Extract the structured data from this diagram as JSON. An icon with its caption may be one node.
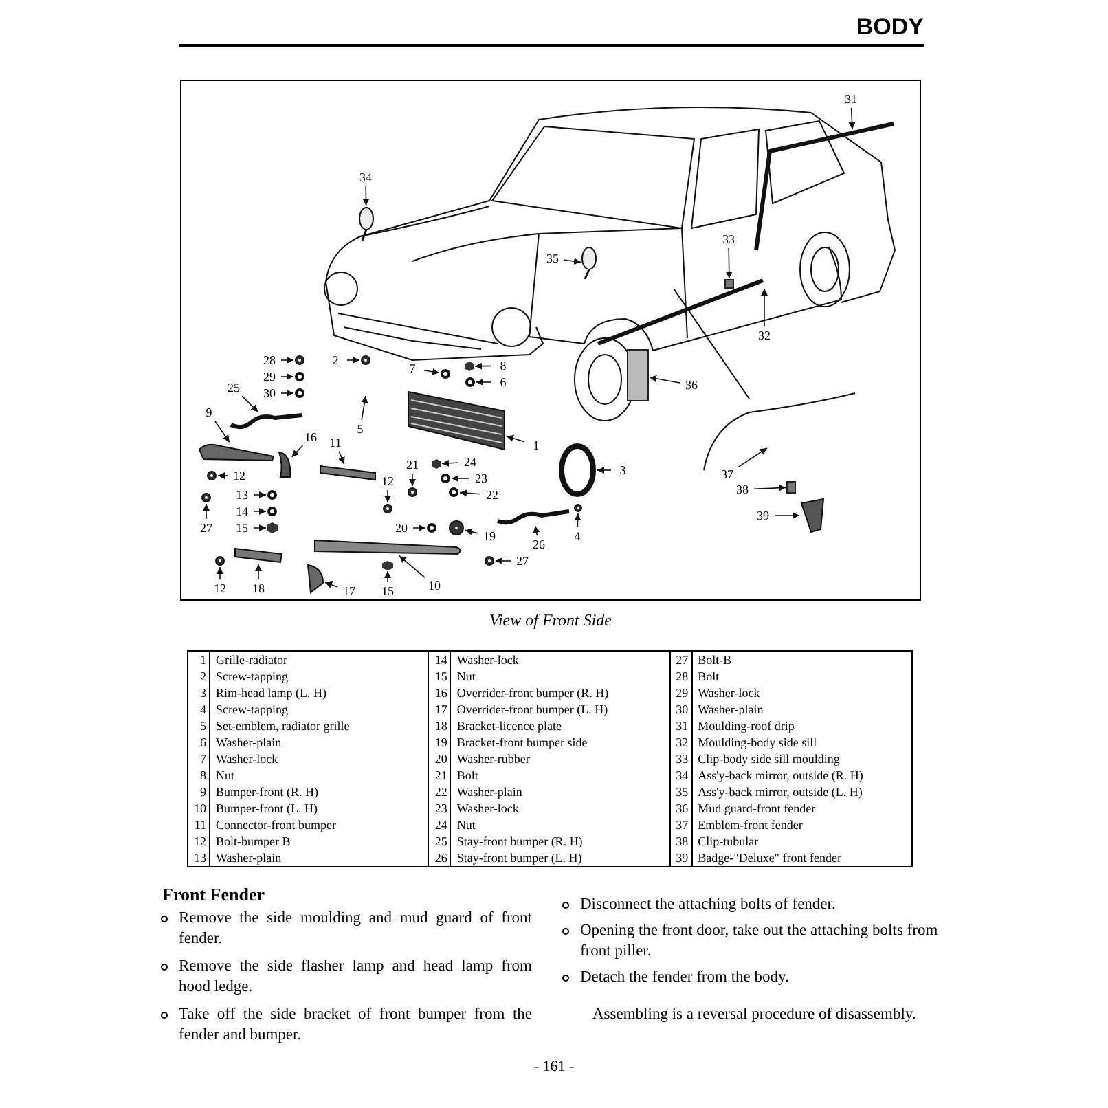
{
  "diagram": {
    "title": "BODY",
    "caption": "View of Front Side",
    "nodes": [
      {
        "text": [
          "34"
        ]
      },
      {
        "text": [
          "31"
        ]
      },
      {
        "text": [
          "33"
        ]
      },
      {
        "text": [
          "35"
        ]
      },
      {
        "text": [
          "32"
        ]
      },
      {
        "text": [
          "2"
        ]
      },
      {
        "text": [
          "28"
        ]
      },
      {
        "text": [
          "29"
        ]
      },
      {
        "text": [
          "36"
        ]
      },
      {
        "text": [
          "7"
        ]
      },
      {
        "text": [
          "30"
        ]
      },
      {
        "text": [
          "8"
        ]
      },
      {
        "text": [
          "25"
        ]
      },
      {
        "text": [
          "6"
        ]
      },
      {
        "text": [
          "9"
        ]
      },
      {
        "text": [
          "5"
        ]
      },
      {
        "text": [
          "11"
        ]
      },
      {
        "text": [
          "16"
        ]
      },
      {
        "text": [
          "1"
        ]
      },
      {
        "text": [
          "12"
        ]
      },
      {
        "text": [
          "21"
        ]
      },
      {
        "text": [
          "24"
        ]
      },
      {
        "text": [
          "12"
        ]
      },
      {
        "text": [
          "37"
        ]
      },
      {
        "text": [
          "3"
        ]
      },
      {
        "text": [
          "23"
        ]
      },
      {
        "text": [
          "22"
        ]
      },
      {
        "text": [
          "38"
        ]
      },
      {
        "text": [
          "13"
        ]
      },
      {
        "text": [
          "26"
        ]
      },
      {
        "text": [
          "20"
        ]
      },
      {
        "text": [
          "4"
        ]
      },
      {
        "text": [
          "14"
        ]
      },
      {
        "text": [
          "19"
        ]
      },
      {
        "text": [
          "39"
        ]
      },
      {
        "text": [
          "27"
        ]
      },
      {
        "text": [
          "15"
        ]
      },
      {
        "text": [
          "27"
        ]
      },
      {
        "text": [
          "10"
        ]
      },
      {
        "text": [
          "15"
        ]
      },
      {
        "text": [
          "12"
        ]
      },
      {
        "text": [
          "18"
        ]
      },
      {
        "text": [
          "17"
        ]
      },
      {
        "text": [],
        "shape": "circle"
      },
      {
        "text": [],
        "shape": "box"
      },
      {
        "text": [],
        "shape": "circle"
      },
      {
        "text": [],
        "shape": "circle"
      },
      {
        "text": [],
        "shape": "circle"
      },
      {
        "text": [],
        "shape": "circle"
      },
      {
        "text": [],
        "shape": "box"
      },
      {
        "text": [],
        "shape": "circle"
      },
      {
        "text": [],
        "shape": "circle"
      },
      {
        "text": [],
        "shape": "picture"
      },
      {
        "text": [],
        "shape": "picture"
      },
      {
        "text": [],
        "shape": "circle"
      },
      {
        "text": [],
        "shape": "bar"
      },
      {
        "text": [],
        "shape": "bar"
      },
      {
        "text": [],
        "shape": "picture"
      },
      {
        "text": [],
        "shape": "picture"
      },
      {
        "text": [],
        "shape": "circle"
      },
      {
        "text": [],
        "shape": "circle"
      },
      {
        "text": [],
        "shape": "picture"
      },
      {
        "text": [],
        "shape": "circle"
      },
      {
        "text": [],
        "shape": "circle"
      },
      {
        "text": [],
        "shape": "circle"
      },
      {
        "text": [],
        "shape": "circle"
      },
      {
        "text": [],
        "shape": "box"
      },
      {
        "text": [],
        "shape": "circle"
      },
      {
        "text": [],
        "shape": "picture"
      },
      {
        "text": [],
        "shape": "circle"
      },
      {
        "text": [],
        "shape": "circle"
      },
      {
        "text": [],
        "shape": "circle"
      },
      {
        "text": [],
        "shape": "circle"
      },
      {
        "text": [],
        "shape": "picture"
      },
      {
        "text": [],
        "shape": "circle"
      },
      {
        "text": [],
        "shape": "picture"
      },
      {
        "text": [],
        "shape": "circle"
      },
      {
        "text": [],
        "shape": "bar"
      },
      {
        "text": [],
        "shape": "picture"
      },
      {
        "text": [],
        "shape": "circle"
      },
      {
        "text": [],
        "shape": "bar"
      },
      {
        "text": [],
        "shape": "picture"
      }
    ],
    "edges": [
      {
        "from": 0,
        "to": 43,
        "arrow": "to"
      },
      {
        "from": 1,
        "to": null,
        "arrow": "to"
      },
      {
        "from": 2,
        "to": 44,
        "arrow": "to"
      },
      {
        "from": 3,
        "to": 45,
        "arrow": "to"
      },
      {
        "from": 4,
        "to": null,
        "arrow": "to"
      },
      {
        "from": 5,
        "to": 46,
        "arrow": "to"
      },
      {
        "from": 6,
        "to": 47,
        "arrow": "to"
      },
      {
        "from": 7,
        "to": 48,
        "arrow": "to"
      },
      {
        "from": 8,
        "to": 49,
        "arrow": "to"
      },
      {
        "from": 9,
        "to": 50,
        "arrow": "to"
      },
      {
        "from": 10,
        "to": 51,
        "arrow": "to"
      },
      {
        "from": 11,
        "to": 52,
        "arrow": "to"
      },
      {
        "from": 12,
        "to": 53,
        "arrow": "to"
      },
      {
        "from": 13,
        "to": 54,
        "arrow": "to"
      },
      {
        "from": 14,
        "to": 55,
        "arrow": "to"
      },
      {
        "from": 15,
        "to": null,
        "arrow": "to"
      },
      {
        "from": 16,
        "to": 56,
        "arrow": "to"
      },
      {
        "from": 17,
        "to": 57,
        "arrow": "to"
      },
      {
        "from": 18,
        "to": 58,
        "arrow": "to"
      },
      {
        "from": 19,
        "to": 59,
        "arrow": "to"
      },
      {
        "from": 20,
        "to": 60,
        "arrow": "to"
      },
      {
        "from": 21,
        "to": 61,
        "arrow": "to"
      },
      {
        "from": 22,
        "to": 62,
        "arrow": "to"
      },
      {
        "from": 23,
        "to": null,
        "arrow": "to"
      },
      {
        "from": 24,
        "to": 63,
        "arrow": "to"
      },
      {
        "from": 25,
        "to": 64,
        "arrow": "to"
      },
      {
        "from": 26,
        "to": 65,
        "arrow": "to"
      },
      {
        "from": 27,
        "to": 66,
        "arrow": "to"
      },
      {
        "from": 28,
        "to": 67,
        "arrow": "to"
      },
      {
        "from": 29,
        "to": 68,
        "arrow": "to"
      },
      {
        "from": 30,
        "to": 69,
        "arrow": "to"
      },
      {
        "from": 31,
        "to": 70,
        "arrow": "to"
      },
      {
        "from": 32,
        "to": 71,
        "arrow": "to"
      },
      {
        "from": 33,
        "to": 72,
        "arrow": "to"
      },
      {
        "from": 34,
        "to": 73,
        "arrow": "to"
      },
      {
        "from": 35,
        "to": 74,
        "arrow": "to"
      },
      {
        "from": 36,
        "to": 75,
        "arrow": "to"
      },
      {
        "from": 37,
        "to": 76,
        "arrow": "to"
      },
      {
        "from": 38,
        "to": 77,
        "arrow": "to"
      },
      {
        "from": 39,
        "to": 78,
        "arrow": "to"
      },
      {
        "from": 40,
        "to": 79,
        "arrow": "to"
      },
      {
        "from": 41,
        "to": 80,
        "arrow": "to"
      },
      {
        "from": 42,
        "to": 81,
        "arrow": "to"
      }
    ],
    "labels": [
      "1",
      "Grille-radiator",
      "14",
      "Washer-lock",
      "27",
      "Bolt-B",
      "2",
      "Screw-tapping",
      "15",
      "Nut",
      "28",
      "Bolt",
      "3",
      "Rim-head lamp (L. H)",
      "16",
      "Overrider-front bumper (R. H)",
      "29",
      "Washer-lock",
      "4",
      "Screw-tapping",
      "17",
      "Overrider-front bumper (L. H)",
      "30",
      "Washer-plain",
      "5",
      "Set-emblem, radiator grille",
      "18",
      "Bracket-licence plate",
      "31",
      "Moulding-roof drip",
      "6",
      "Washer-plain",
      "19",
      "Bracket-front bumper side",
      "32",
      "Moulding-body side sill",
      "7",
      "Washer-lock",
      "20",
      "Washer-rubber",
      "33",
      "Clip-body side sill moulding",
      "8",
      "Nut",
      "21",
      "Bolt",
      "34",
      "Ass'y-back mirror, outside (R. H)",
      "9",
      "Bumper-front (R. H)",
      "22",
      "Washer-plain",
      "35",
      "Ass'y-back mirror, outside (L. H)",
      "10",
      "Bumper-front (L. H)",
      "23",
      "Washer-lock",
      "36",
      "Mud guard-front fender",
      "11",
      "Connector-front bumper",
      "24",
      "Nut",
      "37",
      "Emblem-front fender",
      "12",
      "Bolt-bumper B",
      "25",
      "Stay-front bumper (R. H)",
      "38",
      "Clip-tubular",
      "13",
      "Washer-plain",
      "26",
      "Stay-front bumper (L. H)",
      "39",
      "Badge-\"Deluxe\" front fender",
      "Front Fender",
      "Remove the side moulding and mud guard of front fender.",
      "Remove the side flasher lamp and head lamp from hood ledge.",
      "Take off the side bracket of front bumper from the fender and bumper.",
      "Disconnect the attaching bolts of fender.",
      "Opening the front door, take out the attaching bolts from front piller.",
      "Detach the fender from the body.",
      "Assembling is a reversal procedure of disassembly.",
      "- 161 -"
    ]
  }
}
